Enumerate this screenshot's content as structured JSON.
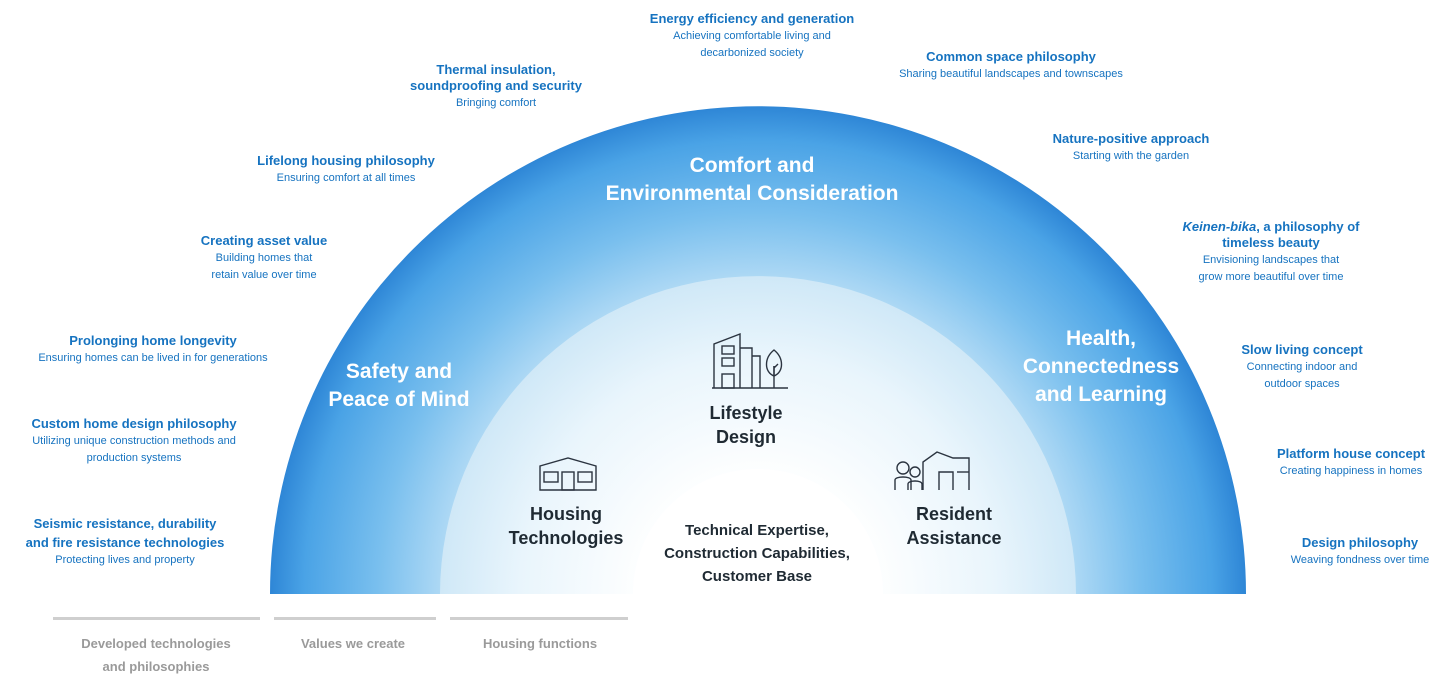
{
  "colors": {
    "accent": "#1673c0",
    "outer_band": "#3a97e0",
    "middle_band": "#d5ebf8",
    "legend_grey": "#9a9a9a"
  },
  "outer_labels": [
    {
      "title": "Energy efficiency and generation",
      "sub": [
        "Achieving comfortable living and",
        "decarbonized society"
      ]
    },
    {
      "title": "Common space philosophy",
      "sub": [
        "Sharing beautiful landscapes and townscapes"
      ]
    },
    {
      "title_lines": [
        "Thermal insulation,",
        "soundproofing and security"
      ],
      "sub": [
        "Bringing comfort"
      ]
    },
    {
      "title": "Nature-positive approach",
      "sub": [
        "Starting with the garden"
      ]
    },
    {
      "title": "Lifelong housing philosophy",
      "sub": [
        "Ensuring comfort at all times"
      ]
    },
    {
      "title_italic": "Keinen-bika",
      "title_rest": ", a philosophy of",
      "title_line2": "timeless beauty",
      "sub": [
        "Envisioning landscapes that",
        "grow more beautiful over time"
      ]
    },
    {
      "title": "Creating asset value",
      "sub": [
        "Building homes that",
        "retain value over time"
      ]
    },
    {
      "title": "Prolonging home longevity",
      "sub": [
        "Ensuring homes can be lived in for generations"
      ]
    },
    {
      "title": "Slow living concept",
      "sub": [
        "Connecting indoor and",
        "outdoor spaces"
      ]
    },
    {
      "title": "Custom home design philosophy",
      "sub": [
        "Utilizing unique construction methods and",
        "production systems"
      ]
    },
    {
      "title": "Platform house concept",
      "sub": [
        "Creating happiness in homes"
      ]
    },
    {
      "title_lines": [
        "Seismic resistance, durability",
        "and fire resistance technologies"
      ],
      "sub": [
        "Protecting lives and property"
      ]
    },
    {
      "title": "Design philosophy",
      "sub": [
        "Weaving fondness over time"
      ]
    }
  ],
  "values": {
    "comfort": [
      "Comfort and",
      "Environmental Consideration"
    ],
    "safety": [
      "Safety and",
      "Peace of Mind"
    ],
    "health": [
      "Health,",
      "Connectedness",
      "and Learning"
    ]
  },
  "functions": {
    "lifestyle": [
      "Lifestyle",
      "Design"
    ],
    "housing": [
      "Housing",
      "Technologies"
    ],
    "resident": [
      "Resident",
      "Assistance"
    ]
  },
  "core": [
    "Technical Expertise,",
    "Construction Capabilities,",
    "Customer Base"
  ],
  "legend": [
    {
      "label_lines": [
        "Developed technologies",
        "and philosophies"
      ]
    },
    {
      "label_lines": [
        "Values we create"
      ]
    },
    {
      "label_lines": [
        "Housing functions"
      ]
    }
  ]
}
